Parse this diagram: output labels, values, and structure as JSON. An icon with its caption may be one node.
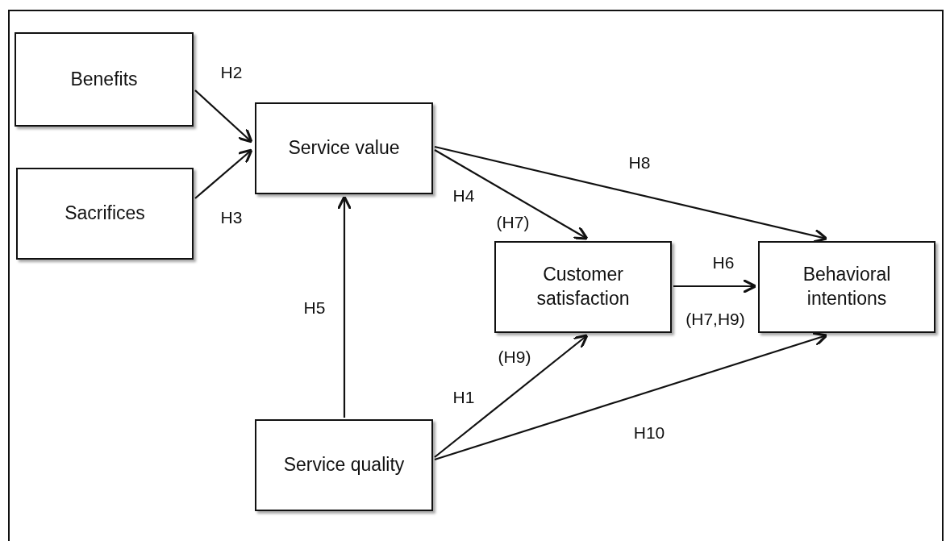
{
  "diagram": {
    "nodes": [
      {
        "text": [
          "Benefits"
        ]
      },
      {
        "text": [
          "Sacrifices"
        ]
      },
      {
        "text": [
          "Service value"
        ]
      },
      {
        "text": [
          "Customer satisfaction"
        ]
      },
      {
        "text": [
          "Behavioral intentions"
        ]
      },
      {
        "text": [
          "Service quality"
        ]
      }
    ],
    "edges": [
      {
        "from": 0,
        "to": 2,
        "arrow": "to",
        "label": "H2"
      },
      {
        "from": 1,
        "to": 2,
        "arrow": "to",
        "label": "H3"
      },
      {
        "from": 2,
        "to": 4,
        "arrow": "to",
        "label": "H8"
      },
      {
        "from": 2,
        "to": 3,
        "arrow": "to",
        "label": "H4"
      },
      {
        "from": 3,
        "to": 4,
        "arrow": "to",
        "label": "H6"
      },
      {
        "from": 5,
        "to": 2,
        "arrow": "to",
        "label": "H5"
      },
      {
        "from": 5,
        "to": 3,
        "arrow": "to",
        "label": "H1"
      },
      {
        "from": 5,
        "to": 4,
        "arrow": "to",
        "label": "H10"
      }
    ],
    "labels": [
      "(H7)",
      "(H7,H9)",
      "(H9)"
    ]
  }
}
